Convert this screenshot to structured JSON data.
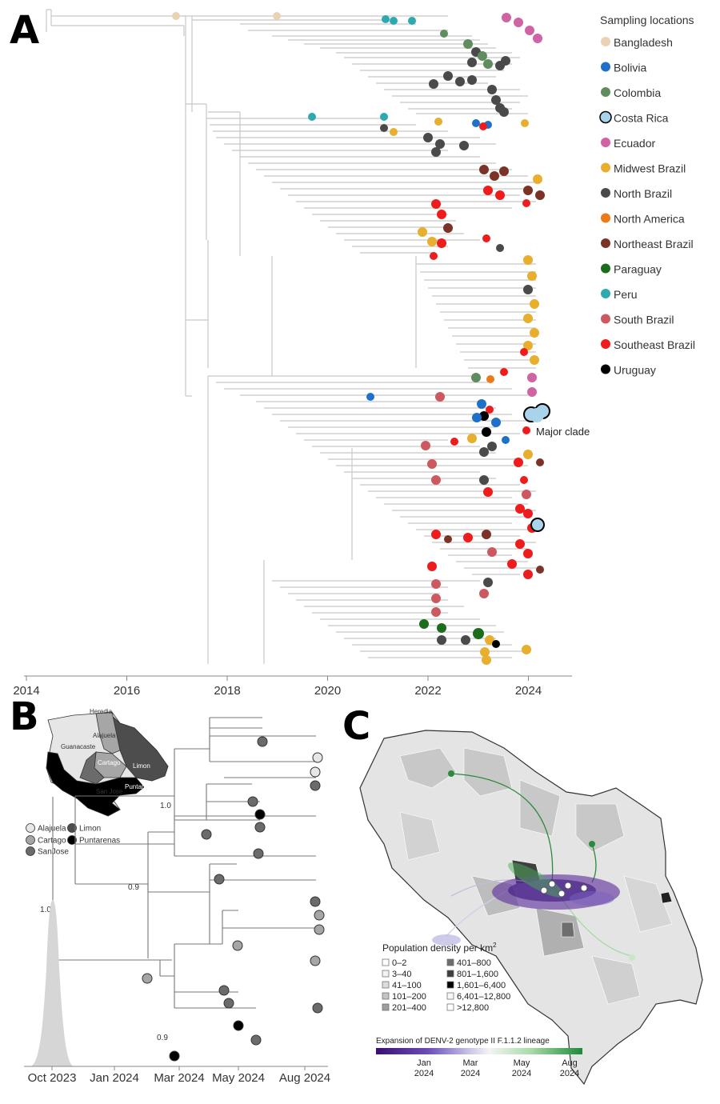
{
  "panels": {
    "a": {
      "letter": "A",
      "legend_title": "Sampling locations",
      "legend": [
        {
          "name": "Bangladesh",
          "color": "#ead2b5",
          "outlined": false
        },
        {
          "name": "Bolivia",
          "color": "#1f70c8",
          "outlined": false
        },
        {
          "name": "Colombia",
          "color": "#5f8d5f",
          "outlined": false
        },
        {
          "name": "Costa Rica",
          "color": "#a9d3ea",
          "outlined": true
        },
        {
          "name": "Ecuador",
          "color": "#d063a3",
          "outlined": false
        },
        {
          "name": "Midwest Brazil",
          "color": "#e8ae2d",
          "outlined": false
        },
        {
          "name": "North Brazil",
          "color": "#4a4a4a",
          "outlined": false
        },
        {
          "name": "North America",
          "color": "#ea7b1b",
          "outlined": false
        },
        {
          "name": "Northeast Brazil",
          "color": "#7b3328",
          "outlined": false
        },
        {
          "name": "Paraguay",
          "color": "#1a6d1a",
          "outlined": false
        },
        {
          "name": "Peru",
          "color": "#2ea9b0",
          "outlined": false
        },
        {
          "name": "South Brazil",
          "color": "#cd5960",
          "outlined": false
        },
        {
          "name": "Southeast Brazil",
          "color": "#ee1c1c",
          "outlined": false
        },
        {
          "name": "Uruguay",
          "color": "#000000",
          "outlined": false
        }
      ],
      "annotation": "Major clade",
      "axis_ticks": [
        "2014",
        "2016",
        "2018",
        "2020",
        "2022",
        "2024"
      ]
    },
    "b": {
      "letter": "B",
      "map_labels": [
        "Heredia",
        "Alajuela",
        "Guanacaste",
        "Cartago",
        "Limon",
        "San Jose",
        "Puntarenas"
      ],
      "legend": [
        {
          "name": "Alajuela",
          "color": "#e6e6e6"
        },
        {
          "name": "Limon",
          "color": "#4d4d4d"
        },
        {
          "name": "Cartago",
          "color": "#a6a6a6"
        },
        {
          "name": "Puntarenas",
          "color": "#000000"
        },
        {
          "name": "SanJose",
          "color": "#6b6b6b"
        }
      ],
      "supports": [
        "1.0",
        "0.9",
        "1.0",
        "0.9"
      ],
      "axis_ticks": [
        "Oct 2023",
        "Jan 2024",
        "Mar 2024",
        "May 2024",
        "Aug 2024"
      ]
    },
    "c": {
      "letter": "C",
      "density_title": "Population density per km",
      "density_sup": "2",
      "density_classes": [
        {
          "label": "0–2",
          "color": "#ffffff"
        },
        {
          "label": "3–40",
          "color": "#f2f2f2"
        },
        {
          "label": "41–100",
          "color": "#dcdcdc"
        },
        {
          "label": "101–200",
          "color": "#c4c4c4"
        },
        {
          "label": "201–400",
          "color": "#9e9e9e"
        },
        {
          "label": "401–800",
          "color": "#6e6e6e"
        },
        {
          "label": "801–1,600",
          "color": "#3f3f3f"
        },
        {
          "label": "1,601–6,400",
          "color": "#000000"
        },
        {
          "label": "6,401–12,800",
          "color": "#f7f7f7"
        },
        {
          "label": ">12,800",
          "color": "#ffffff"
        }
      ],
      "expansion_title": "Expansion of DENV-2 genotype II F.1.1.2 lineage",
      "timeline_ticks": [
        {
          "month": "Jan",
          "year": "2024"
        },
        {
          "month": "Mar",
          "year": "2024"
        },
        {
          "month": "May",
          "year": "2024"
        },
        {
          "month": "Aug",
          "year": "2024"
        }
      ]
    }
  }
}
